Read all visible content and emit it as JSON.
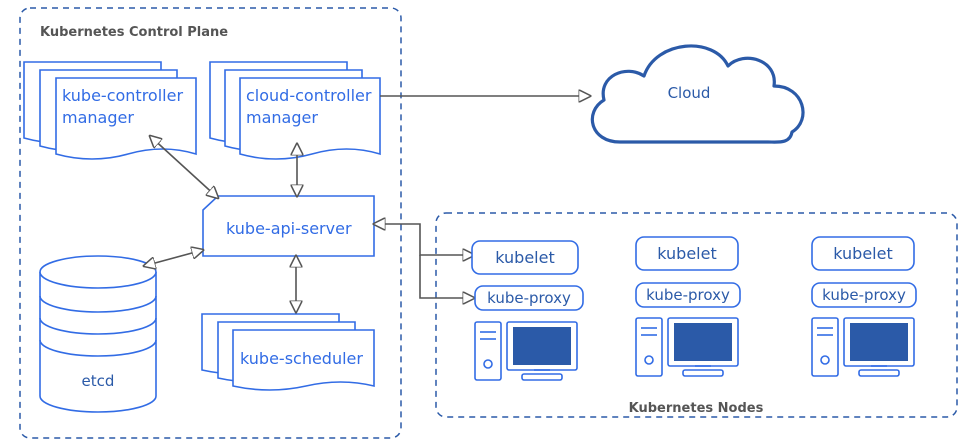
{
  "control_plane": {
    "title": "Kubernetes Control Plane",
    "components": {
      "controller_manager": [
        "kube-controller",
        "manager"
      ],
      "cloud_controller_manager": [
        "cloud-controller",
        "manager"
      ],
      "api_server": "kube-api-server",
      "etcd": "etcd",
      "scheduler": "kube-scheduler"
    }
  },
  "cloud": {
    "label": "Cloud"
  },
  "nodes": {
    "title": "Kubernetes Nodes",
    "items": [
      {
        "kubelet": "kubelet",
        "proxy": "kube-proxy"
      },
      {
        "kubelet": "kubelet",
        "proxy": "kube-proxy"
      },
      {
        "kubelet": "kubelet",
        "proxy": "kube-proxy"
      }
    ]
  },
  "colors": {
    "primary": "#326ce5",
    "dark_blue": "#2b5aa8",
    "connector": "#555555",
    "border_dashed": "#2b5aa8"
  }
}
